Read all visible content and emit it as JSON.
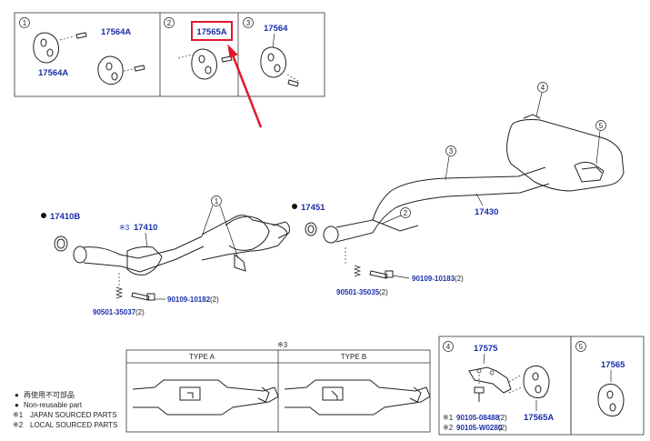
{
  "inset_boxes": [
    {
      "num": "1",
      "labels": [
        "17564A",
        "17564A"
      ]
    },
    {
      "num": "2",
      "labels": [
        "17565A"
      ]
    },
    {
      "num": "3",
      "labels": [
        "17564"
      ]
    }
  ],
  "callouts": [
    "1",
    "2",
    "3",
    "4",
    "5"
  ],
  "main_labels": {
    "p17410B": "17410B",
    "p17410": "17410",
    "type_marker": "※3",
    "p17451": "17451",
    "p17430": "17430",
    "bolt_left": "90109-10182",
    "bolt_left_qty": "(2)",
    "spring_left": "90501-35037",
    "spring_left_qty": "(2)",
    "bolt_mid": "90109-10183",
    "bolt_mid_qty": "(2)",
    "spring_mid": "90501-35035",
    "spring_mid_qty": "(2)"
  },
  "type_panel": {
    "marker": "※3",
    "type_a": "TYPE A",
    "type_b": "TYPE B"
  },
  "legend": [
    {
      "bullet": "●",
      "text": "再使用不可部品"
    },
    {
      "bullet": "●",
      "text": "Non-reusable part"
    },
    {
      "bullet": "※1",
      "text": "JAPAN SOURCED PARTS"
    },
    {
      "bullet": "※2",
      "text": "LOCAL SOURCED PARTS"
    }
  ],
  "box4": {
    "num": "4",
    "p17575": "17575",
    "p17565A": "17565A",
    "bolt1_mark": "※1",
    "bolt1": "90105-08488",
    "bolt1_qty": "(2)",
    "bolt2_mark": "※2",
    "bolt2": "90105-W0280",
    "bolt2_qty": "(2)"
  },
  "box5": {
    "num": "5",
    "p17565": "17565"
  },
  "colors": {
    "label": "#1a2ea8",
    "highlight": "#e0192b",
    "line": "#222222"
  }
}
